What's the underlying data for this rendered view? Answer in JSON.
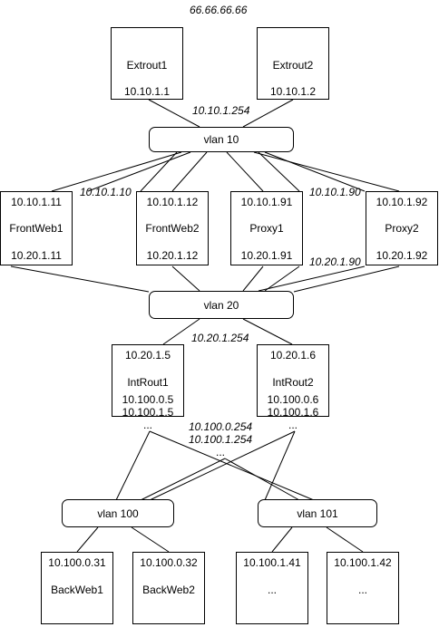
{
  "top_ip": "66.66.66.66",
  "extrouters": [
    {
      "name": "Extrout1",
      "ip": "10.10.1.1"
    },
    {
      "name": "Extrout2",
      "ip": "10.10.1.2"
    }
  ],
  "vlan10": {
    "label": "vlan 10",
    "gateway": "10.10.1.254"
  },
  "vlan10_vips": [
    "10.10.1.10",
    "10.10.1.90"
  ],
  "front_hosts": [
    {
      "ip_top": "10.10.1.11",
      "name": "FrontWeb1",
      "ip_bottom": "10.20.1.11"
    },
    {
      "ip_top": "10.10.1.12",
      "name": "FrontWeb2",
      "ip_bottom": "10.20.1.12"
    },
    {
      "ip_top": "10.10.1.91",
      "name": "Proxy1",
      "ip_bottom": "10.20.1.91"
    },
    {
      "ip_top": "10.10.1.92",
      "name": "Proxy2",
      "ip_bottom": "10.20.1.92"
    }
  ],
  "vlan20_vip": "10.20.1.90",
  "vlan20": {
    "label": "vlan 20",
    "gateway": "10.20.1.254"
  },
  "introuters": [
    {
      "ip_top": "10.20.1.5",
      "name": "IntRout1",
      "ip_a": "10.100.0.5",
      "ip_b": "10.100.1.5",
      "more": "..."
    },
    {
      "ip_top": "10.20.1.6",
      "name": "IntRout2",
      "ip_a": "10.100.0.6",
      "ip_b": "10.100.1.6",
      "more": "..."
    }
  ],
  "int_gateways": [
    "10.100.0.254",
    "10.100.1.254",
    "..."
  ],
  "vlan100": {
    "label": "vlan 100"
  },
  "vlan101": {
    "label": "vlan 101"
  },
  "back_hosts": [
    {
      "ip": "10.100.0.31",
      "name": "BackWeb1"
    },
    {
      "ip": "10.100.0.32",
      "name": "BackWeb2"
    },
    {
      "ip": "10.100.1.41",
      "name": "..."
    },
    {
      "ip": "10.100.1.42",
      "name": "..."
    }
  ]
}
